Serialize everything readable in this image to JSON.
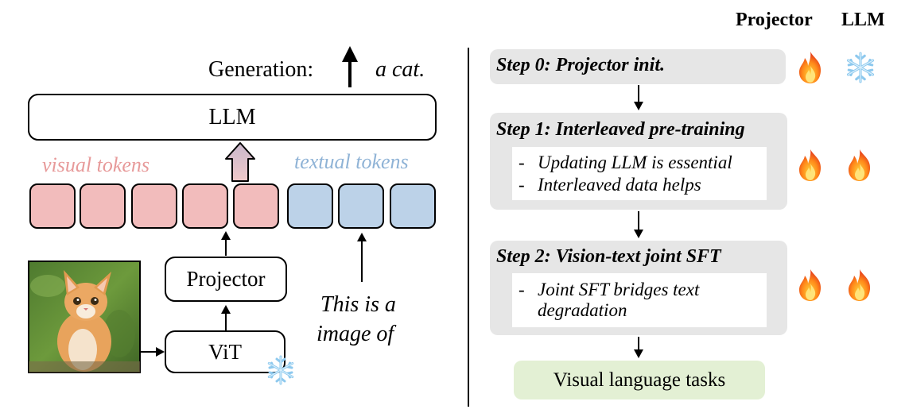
{
  "left": {
    "generation_label": "Generation:",
    "generation_output": "a cat.",
    "llm_label": "LLM",
    "visual_tokens_label": "visual tokens",
    "textual_tokens_label": "textual tokens",
    "projector_label": "Projector",
    "vit_label": "ViT",
    "input_text_line1": "This is a",
    "input_text_line2": "image of",
    "visual_token_count": 5,
    "textual_token_count": 3
  },
  "right": {
    "header_projector": "Projector",
    "header_llm": "LLM",
    "steps": [
      {
        "title": "Step 0: Projector init.",
        "bullets": [],
        "projector_state": "fire-icon",
        "llm_state": "snowflake-icon"
      },
      {
        "title": "Step 1: Interleaved pre-training",
        "bullets": [
          "Updating LLM is essential",
          "Interleaved data helps"
        ],
        "projector_state": "fire-icon",
        "llm_state": "fire-icon"
      },
      {
        "title": "Step 2: Vision-text joint SFT",
        "bullets": [
          "Joint SFT bridges text degradation"
        ],
        "bullet_lines": [
          "Joint SFT bridges text",
          "degradation"
        ],
        "projector_state": "fire-icon",
        "llm_state": "fire-icon"
      }
    ],
    "final_task": "Visual language tasks"
  },
  "colors": {
    "visual_token": "#f2bcbc",
    "textual_token": "#bcd2e8",
    "visual_label": "#e79a9a",
    "textual_label": "#8fb3d6",
    "step_box": "#e6e6e6",
    "final_box": "#e3f0d4"
  }
}
